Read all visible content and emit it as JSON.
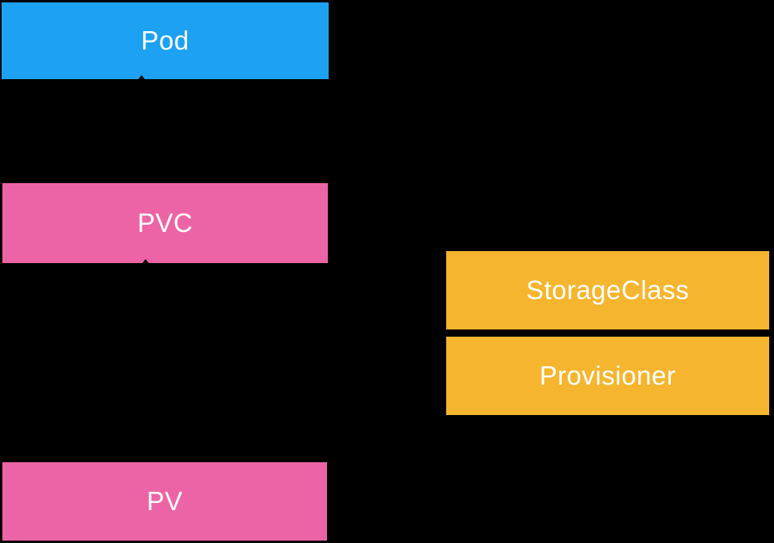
{
  "canvas": {
    "background": "#000000"
  },
  "palette": {
    "pod_blue": "#1da1f2",
    "claim_pink": "#ec64a5",
    "storage_amber": "#f5b52e",
    "label_white": "#ffffff",
    "arrow_black": "#000000"
  },
  "nodes": {
    "pod": {
      "label": "Pod",
      "color": "#1da1f2",
      "text_color": "#ffffff"
    },
    "pvc": {
      "label": "PVC",
      "color": "#ec64a5",
      "text_color": "#ffffff"
    },
    "storageclass": {
      "label": "StorageClass",
      "color": "#f5b52e",
      "text_color": "#ffffff"
    },
    "provisioner": {
      "label": "Provisioner",
      "color": "#f5b52e",
      "text_color": "#ffffff"
    },
    "pv": {
      "label": "PV",
      "color": "#ec64a5",
      "text_color": "#ffffff"
    }
  }
}
